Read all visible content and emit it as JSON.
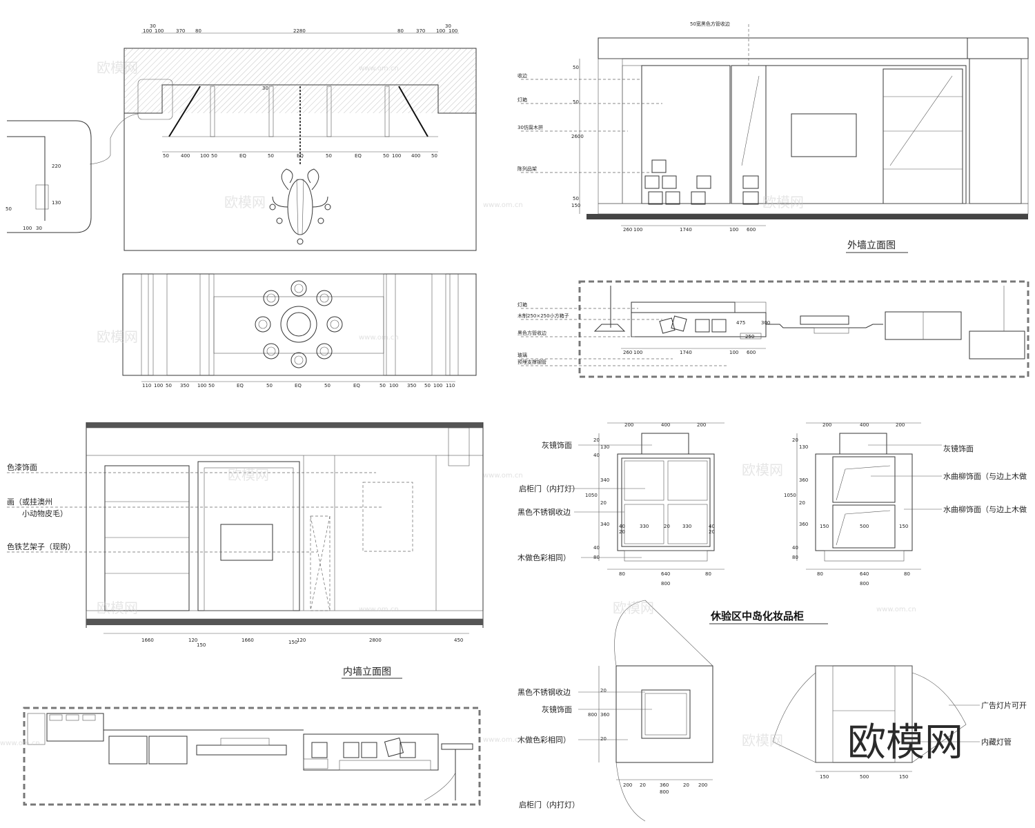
{
  "titles": {
    "outer_wall": "外墙立面图",
    "inner_wall": "内墙立面图",
    "cabinet": "休验区中岛化妆品柜"
  },
  "top_left_dims": {
    "row1": [
      "100",
      "100",
      "370",
      "80",
      "2280",
      "80",
      "370",
      "100",
      "100"
    ],
    "d30a": "30",
    "d30b": "30",
    "row2": [
      "50",
      "400",
      "100",
      "50",
      "EQ",
      "50",
      "EQ",
      "50",
      "EQ",
      "50",
      "100",
      "400",
      "50"
    ],
    "detail": [
      "220",
      "130",
      "100",
      "30",
      "50"
    ],
    "d30c": "30"
  },
  "ceiling_dims": [
    "110",
    "100",
    "50",
    "350",
    "100",
    "50",
    "EQ",
    "50",
    "EQ",
    "50",
    "EQ",
    "50",
    "100",
    "350",
    "50",
    "100",
    "110"
  ],
  "inner_elev_dims": [
    "1660",
    "120",
    "150",
    "1660",
    "150",
    "120",
    "2800",
    "450"
  ],
  "inner_labels": {
    "l1": "色漆饰面",
    "l2": "画（或挂澳州",
    "l3": "小动物皮毛）",
    "l4": "色铁艺架子（现购）"
  },
  "outer_elev": {
    "top_note": "50宽黑色方管收边",
    "labels": [
      "收边",
      "灯箱",
      "30仿腐木拼",
      "陈列品架"
    ],
    "vdims": [
      "50",
      "50",
      "2600",
      "150",
      "50"
    ],
    "hdims": [
      "260",
      "100",
      "1740",
      "100",
      "600"
    ]
  },
  "outer_plan": {
    "labels": [
      "灯箱",
      "木制250×250小方箱子",
      "黑色方管收边",
      "玻璃",
      "预埋支撑钢管"
    ],
    "hdims": [
      "260",
      "100",
      "1740",
      "100",
      "600"
    ],
    "vdims": [
      "475",
      "300",
      "250"
    ]
  },
  "cab_front": {
    "labels": [
      "灰镜饰面",
      "启柜门（内打灯）",
      "黑色不锈钢收边",
      "木做色彩相同）"
    ],
    "topdims": [
      "200",
      "400",
      "200"
    ],
    "vdims": [
      "20",
      "130",
      "40",
      "340",
      "20",
      "340",
      "40",
      "80"
    ],
    "total_h": "1050",
    "inner": [
      "40",
      "330",
      "20",
      "330",
      "40",
      "20",
      "20"
    ],
    "bottom": [
      "80",
      "640",
      "80"
    ],
    "total_w": "800"
  },
  "cab_side": {
    "labels": [
      "灰镜饰面",
      "水曲柳饰面（与边上木做",
      "水曲柳饰面（与边上木做"
    ],
    "topdims": [
      "200",
      "400",
      "200"
    ],
    "vdims": [
      "20",
      "130",
      "360",
      "20",
      "360",
      "40",
      "80"
    ],
    "total_h": "1050",
    "inner": [
      "150",
      "500",
      "150"
    ],
    "bottom": [
      "80",
      "640",
      "80"
    ],
    "total_w": "800"
  },
  "cab_plan": {
    "labels": [
      "黑色不锈钢收边",
      "灰镜饰面",
      "木做色彩相同）",
      "启柜门（内打灯）"
    ],
    "vdims": [
      "20",
      "360",
      "20",
      "800"
    ],
    "bottom": [
      "200",
      "20",
      "360",
      "20",
      "200"
    ],
    "total_w": "800"
  },
  "cab_plan2": {
    "labels": [
      "广告灯片可开",
      "内藏灯管"
    ],
    "bottom": [
      "150",
      "500",
      "150"
    ]
  },
  "watermark": {
    "text": "欧模网",
    "url": "www.om.cn",
    "logo": "欧模网"
  }
}
